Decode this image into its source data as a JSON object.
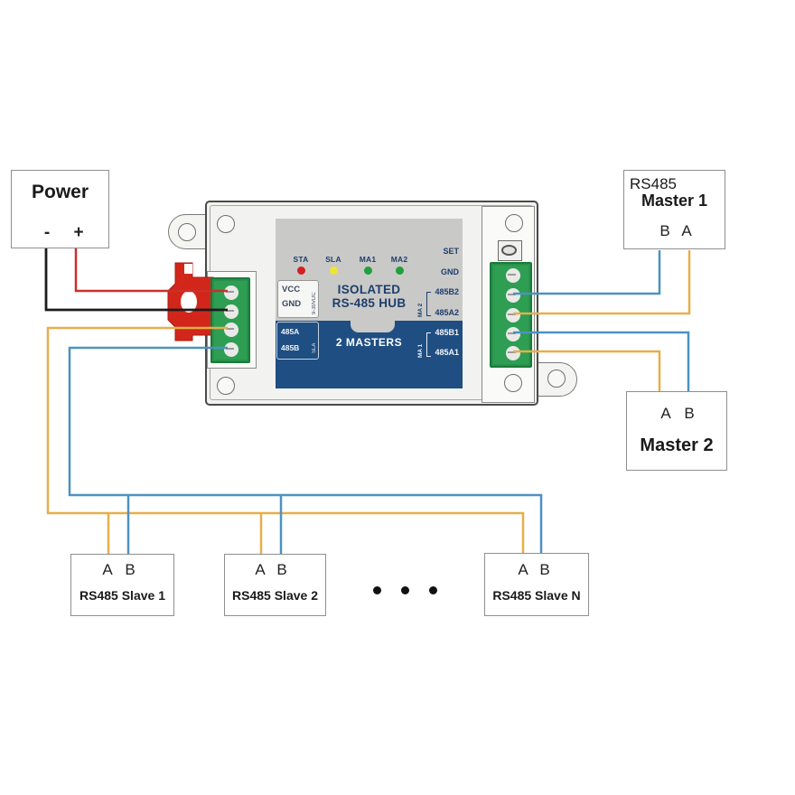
{
  "colors": {
    "wire_a": "#E5AF4B",
    "wire_b": "#4E91C0",
    "wire_pos": "#C9302C",
    "wire_neg": "#1C1C1C",
    "panel_gray": "#C9C9C7",
    "panel_blue": "#1F4E82",
    "terminal_green": "#2E9E52",
    "clip_red": "#D3261B",
    "led_sta": "#D42020",
    "led_sla": "#EFE434",
    "led_ma": "#1FA03C"
  },
  "power": {
    "title": "Power",
    "neg_label": "-",
    "pos_label": "+"
  },
  "hub": {
    "leds": [
      {
        "label": "STA"
      },
      {
        "label": "SLA"
      },
      {
        "label": "MA1"
      },
      {
        "label": "MA2"
      }
    ],
    "title_line1": "ISOLATED",
    "title_line2": "RS-485 HUB",
    "mode_label": "2 MASTERS",
    "left": {
      "vcc": "VCC",
      "gnd": "GND",
      "voltage": "9-30VDC",
      "line_a": "485A",
      "line_b": "485B",
      "slave_tag": "SLA"
    },
    "right": {
      "set": "SET",
      "gnd": "GND",
      "b2": "485B2",
      "a2": "485A2",
      "ma2": "MA 2",
      "b1": "485B1",
      "a1": "485A1",
      "ma1": "MA 1"
    }
  },
  "master1": {
    "bus": "RS485",
    "name": "Master 1",
    "left_term": "B",
    "right_term": "A"
  },
  "master2": {
    "name": "Master 2",
    "left_term": "A",
    "right_term": "B"
  },
  "slaves": [
    {
      "left_term": "A",
      "right_term": "B",
      "name": "RS485 Slave 1"
    },
    {
      "left_term": "A",
      "right_term": "B",
      "name": "RS485 Slave 2"
    },
    {
      "left_term": "A",
      "right_term": "B",
      "name": "RS485 Slave N"
    }
  ]
}
